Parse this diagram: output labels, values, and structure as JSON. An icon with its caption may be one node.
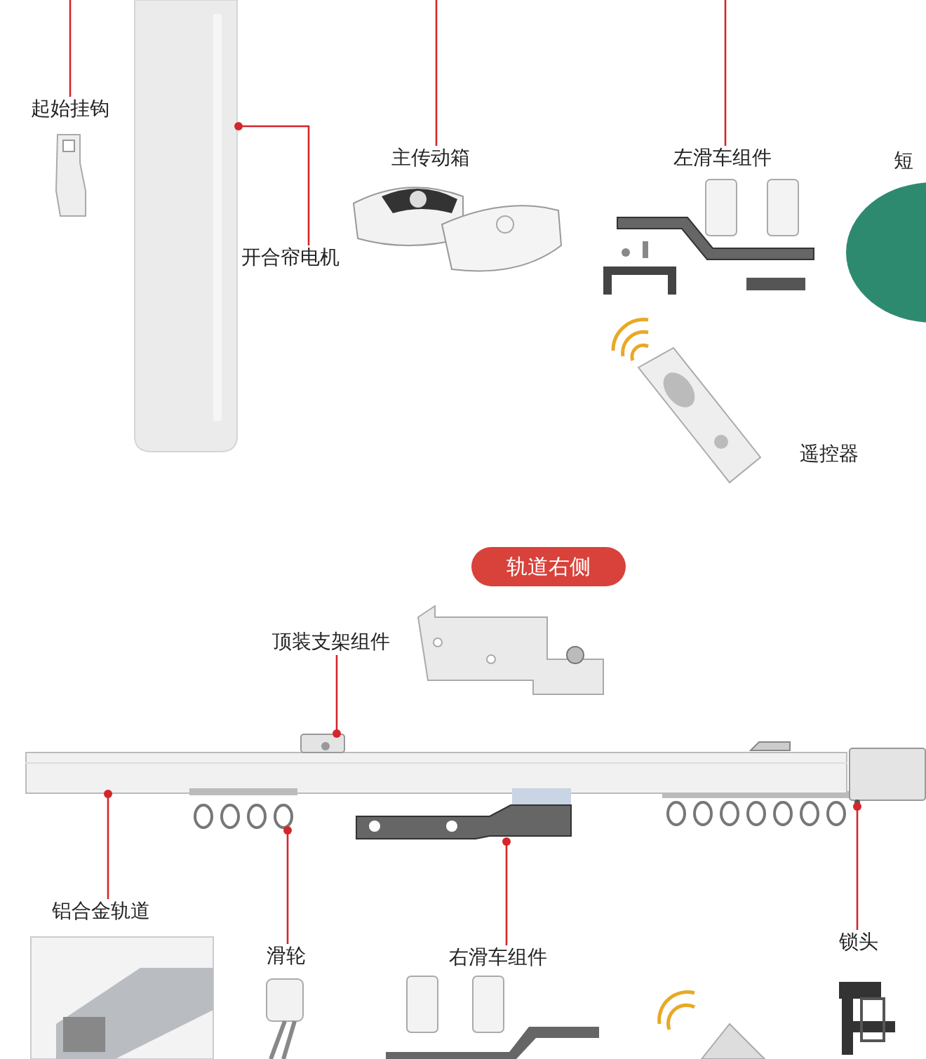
{
  "diagram": {
    "nodes": [
      {
        "text": [
          "起始挂钩"
        ]
      },
      {
        "text": [],
        "shape": "cylinder"
      },
      {
        "text": [
          "开合帘电机"
        ]
      },
      {
        "text": [
          "主传动箱"
        ]
      },
      {
        "text": [
          "左滑车组件"
        ]
      },
      {
        "text": [
          "短"
        ]
      },
      {
        "text": [
          "轨道右侧"
        ]
      },
      {
        "text": [
          "顶装支架组件"
        ]
      },
      {
        "text": [],
        "shape": "bar"
      },
      {
        "text": [],
        "shape": "box"
      },
      {
        "text": [
          "铝合金轨道"
        ]
      },
      {
        "text": [],
        "shape": "picture"
      },
      {
        "text": [
          "滑轮"
        ]
      },
      {
        "text": [],
        "shape": "picture"
      },
      {
        "text": [
          "右滑车组件"
        ]
      },
      {
        "text": [],
        "shape": "box"
      },
      {
        "text": [
          "锁头"
        ]
      }
    ],
    "edges": [
      {
        "from": 0,
        "to": null,
        "arrow": "none"
      },
      {
        "from": 2,
        "to": 1,
        "arrow": "other"
      },
      {
        "from": 3,
        "to": null,
        "arrow": "none"
      },
      {
        "from": 4,
        "to": null,
        "arrow": "none"
      },
      {
        "from": 7,
        "to": 9,
        "arrow": "other"
      },
      {
        "from": 10,
        "to": 8,
        "arrow": "other"
      },
      {
        "from": 12,
        "to": 11,
        "arrow": "other"
      },
      {
        "from": 14,
        "to": 13,
        "arrow": "other"
      },
      {
        "from": 16,
        "to": 15,
        "arrow": "other"
      }
    ],
    "labels": [
      "遥控器"
    ]
  }
}
